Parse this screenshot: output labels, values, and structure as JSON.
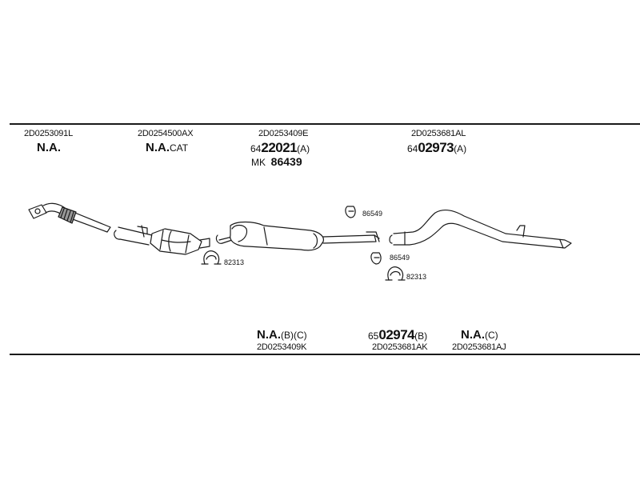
{
  "top_labels": {
    "p1": {
      "oem": "2D0253091L",
      "name": "N.A."
    },
    "p2": {
      "oem": "2D0254500AX",
      "name": "N.A.",
      "suffix": "CAT"
    },
    "p3": {
      "oem": "2D0253409E",
      "prefix": "64",
      "number": "22021",
      "suffix": "(A)",
      "mk_label": "MK",
      "mk_number": "86439"
    },
    "p4": {
      "oem": "2D0253681AL",
      "prefix": "64",
      "number": "02973",
      "suffix": "(A)"
    }
  },
  "bottom_labels": {
    "b1": {
      "name": "N.A.",
      "suffix": "(B)(C)",
      "oem": "2D0253409K"
    },
    "b2": {
      "prefix": "65",
      "number": "02974",
      "suffix": "(B)",
      "oem": "2D0253681AK"
    },
    "b3": {
      "name": "N.A.",
      "suffix": "(C)",
      "oem": "2D0253681AJ"
    }
  },
  "clamps": {
    "c1": "82313",
    "c2": "86549",
    "c3": "86549",
    "c4": "82313"
  }
}
